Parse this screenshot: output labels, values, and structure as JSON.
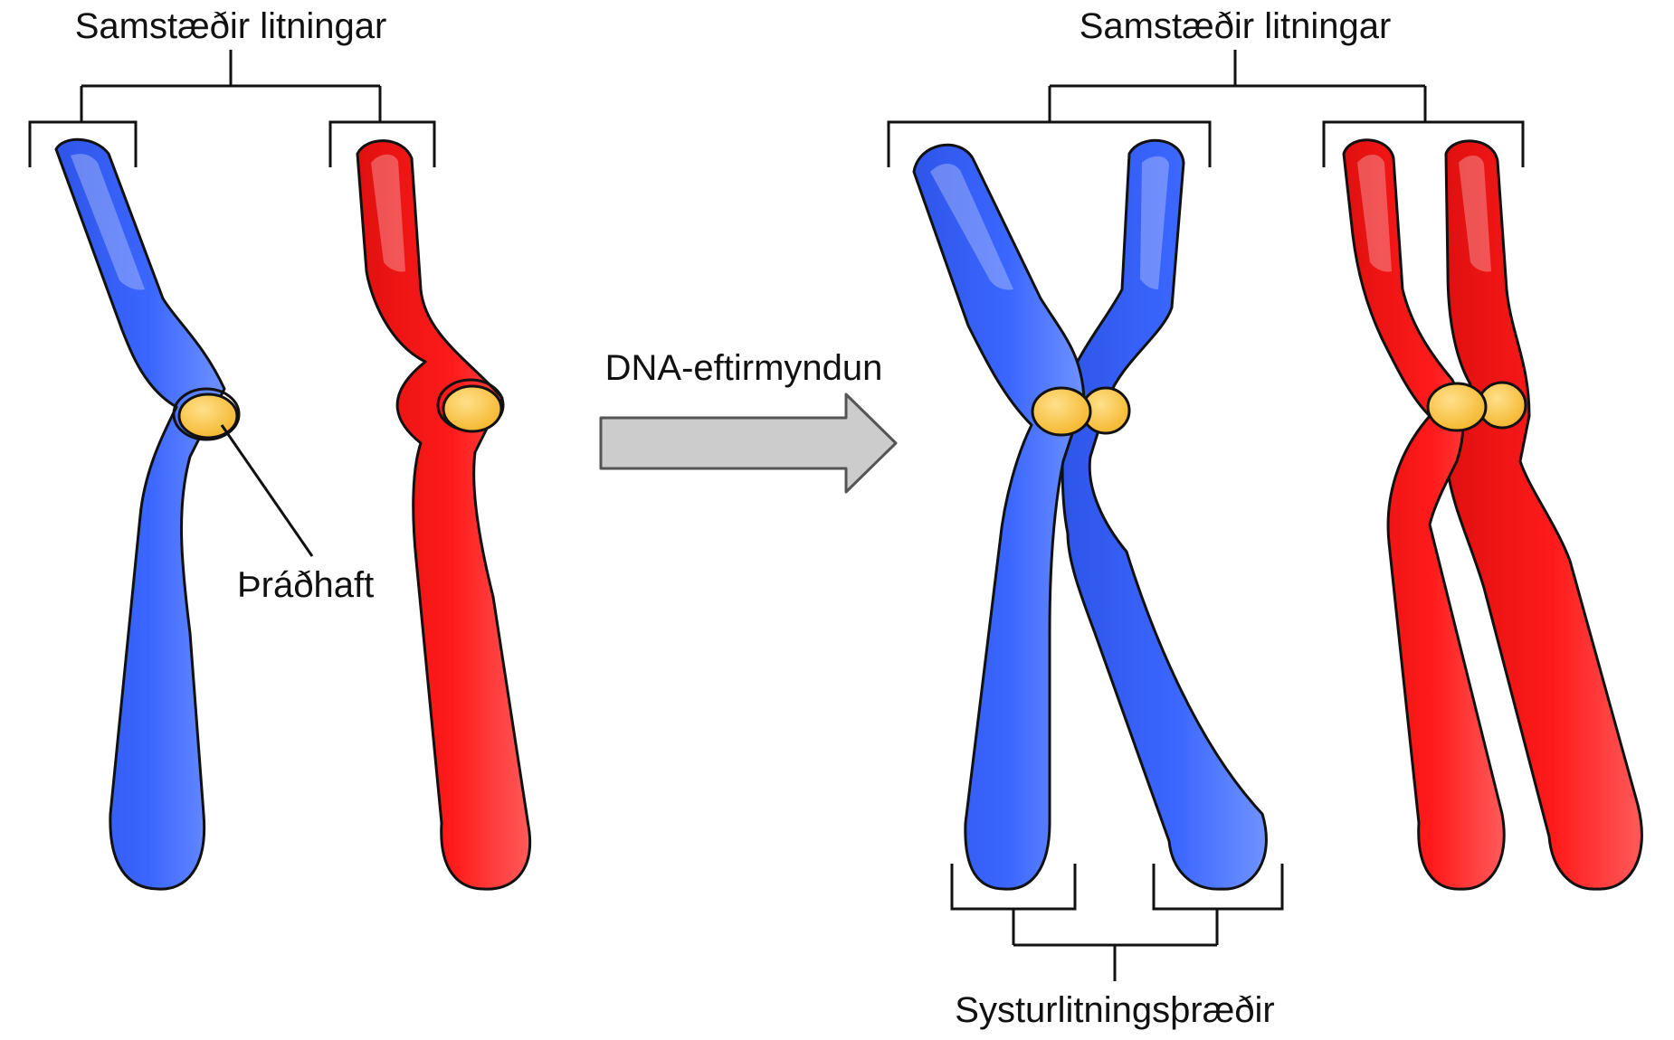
{
  "labels": {
    "homologous_left": "Samstæðir litningar",
    "homologous_right": "Samstæðir litningar",
    "centromere": "Þráðhaft",
    "process": "DNA-eftirmyndun",
    "sister_chromatids": "Systurlitningsþræðir"
  },
  "colors": {
    "chromosome_blue": "#3366ff",
    "chromosome_red": "#ff1a1a",
    "centromere": "#f9c440",
    "arrow_fill": "#cccccc",
    "arrow_stroke": "#555555",
    "text": "#111111"
  }
}
